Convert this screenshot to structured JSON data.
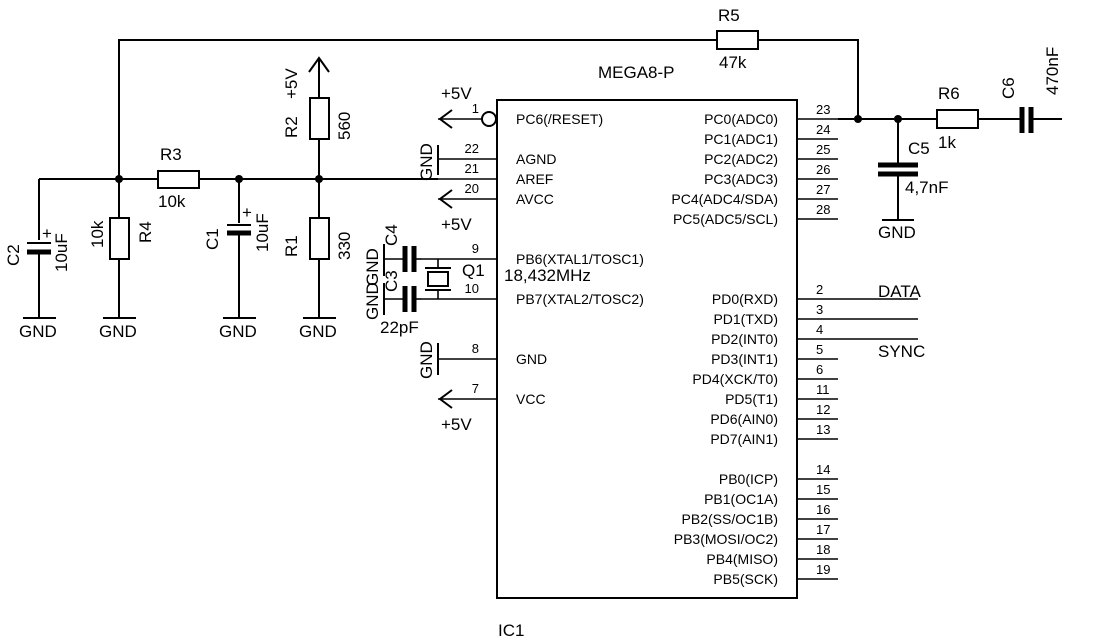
{
  "ic": {
    "ref": "IC1",
    "part": "MEGA8-P",
    "left_pins": [
      {
        "num": "1",
        "name": "PC6(/RESET)"
      },
      {
        "num": "22",
        "name": "AGND"
      },
      {
        "num": "21",
        "name": "AREF"
      },
      {
        "num": "20",
        "name": "AVCC"
      },
      {
        "num": "9",
        "name": "PB6(XTAL1/TOSC1)"
      },
      {
        "num": "10",
        "name": "PB7(XTAL2/TOSC2)"
      },
      {
        "num": "8",
        "name": "GND"
      },
      {
        "num": "7",
        "name": "VCC"
      }
    ],
    "right_pins": [
      {
        "num": "23",
        "name": "PC0(ADC0)"
      },
      {
        "num": "24",
        "name": "PC1(ADC1)"
      },
      {
        "num": "25",
        "name": "PC2(ADC2)"
      },
      {
        "num": "26",
        "name": "PC3(ADC3)"
      },
      {
        "num": "27",
        "name": "PC4(ADC4/SDA)"
      },
      {
        "num": "28",
        "name": "PC5(ADC5/SCL)"
      },
      {
        "num": "2",
        "name": "PD0(RXD)"
      },
      {
        "num": "3",
        "name": "PD1(TXD)"
      },
      {
        "num": "4",
        "name": "PD2(INT0)"
      },
      {
        "num": "5",
        "name": "PD3(INT1)"
      },
      {
        "num": "6",
        "name": "PD4(XCK/T0)"
      },
      {
        "num": "11",
        "name": "PD5(T1)"
      },
      {
        "num": "12",
        "name": "PD6(AIN0)"
      },
      {
        "num": "13",
        "name": "PD7(AIN1)"
      },
      {
        "num": "14",
        "name": "PB0(ICP)"
      },
      {
        "num": "15",
        "name": "PB1(OC1A)"
      },
      {
        "num": "16",
        "name": "PB2(SS/OC1B)"
      },
      {
        "num": "17",
        "name": "PB3(MOSI/OC2)"
      },
      {
        "num": "18",
        "name": "PB4(MISO)"
      },
      {
        "num": "19",
        "name": "PB5(SCK)"
      }
    ]
  },
  "components": {
    "r1": {
      "ref": "R1",
      "value": "330"
    },
    "r2": {
      "ref": "R2",
      "value": "560"
    },
    "r3": {
      "ref": "R3",
      "value": "10k"
    },
    "r4": {
      "ref": "R4",
      "value": "10k"
    },
    "r5": {
      "ref": "R5",
      "value": "47k"
    },
    "r6": {
      "ref": "R6",
      "value": "1k"
    },
    "c1": {
      "ref": "C1",
      "value": "10uF",
      "polarity": "+"
    },
    "c2": {
      "ref": "C2",
      "value": "10uF",
      "polarity": "+"
    },
    "c3": {
      "ref": "C3",
      "value": "22pF"
    },
    "c4": {
      "ref": "C4"
    },
    "c5": {
      "ref": "C5",
      "value": "4,7nF"
    },
    "c6": {
      "ref": "C6",
      "value": "470nF"
    },
    "q1": {
      "ref": "Q1",
      "value": "18,432MHz"
    }
  },
  "nets": {
    "gnd": "GND",
    "vcc": "+5V",
    "data": "DATA",
    "sync": "SYNC"
  }
}
